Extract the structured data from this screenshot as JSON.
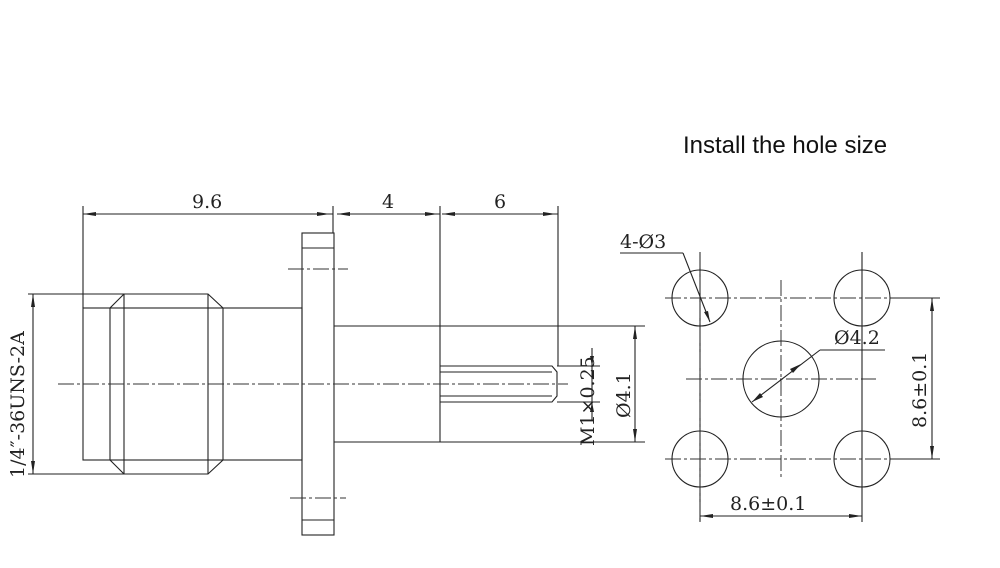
{
  "title": "Install the hole size",
  "side_view": {
    "dim_thread_length": "9.6",
    "dim_flange_to_step": "4",
    "dim_pin_length": "6",
    "thread_spec": "1/4″-36UNS-2A",
    "pin_thread": "M1×0.25",
    "body_diameter": "Ø4.1"
  },
  "hole_pattern": {
    "mount_holes": "4-Ø3",
    "center_hole": "Ø4.2",
    "horizontal_spacing": "8.6±0.1",
    "vertical_spacing": "8.6±0.1"
  }
}
